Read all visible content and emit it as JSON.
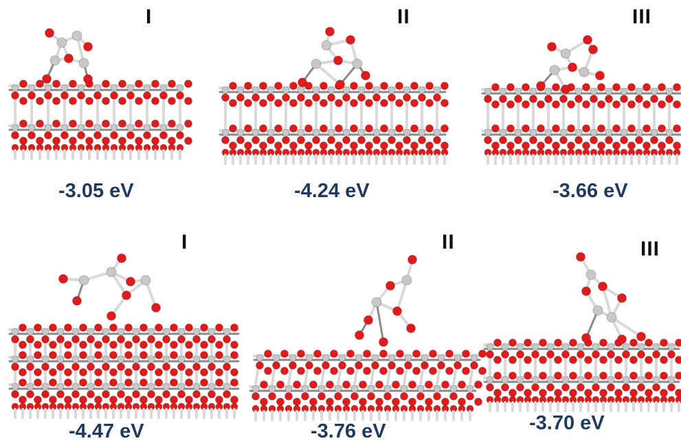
{
  "figure": {
    "colors": {
      "oxygen": "#e01b1b",
      "metal": "#c8c8c8",
      "bond_light": "#d9d9d9",
      "bond_dark": "#8a8a8a",
      "energy_text": "#1f3a5f",
      "label_text": "#111111"
    },
    "panels": [
      {
        "id": "top-1",
        "label": "I",
        "energy": "-3.05 eV"
      },
      {
        "id": "top-2",
        "label": "II",
        "energy": "-4.24 eV"
      },
      {
        "id": "top-3",
        "label": "III",
        "energy": "-3.66 eV"
      },
      {
        "id": "bot-1",
        "label": "I",
        "energy": "-4.47 eV"
      },
      {
        "id": "bot-2",
        "label": "II",
        "energy": "-3.76 eV"
      },
      {
        "id": "bot-3",
        "label": "III",
        "energy": "-3.70 eV"
      }
    ]
  }
}
